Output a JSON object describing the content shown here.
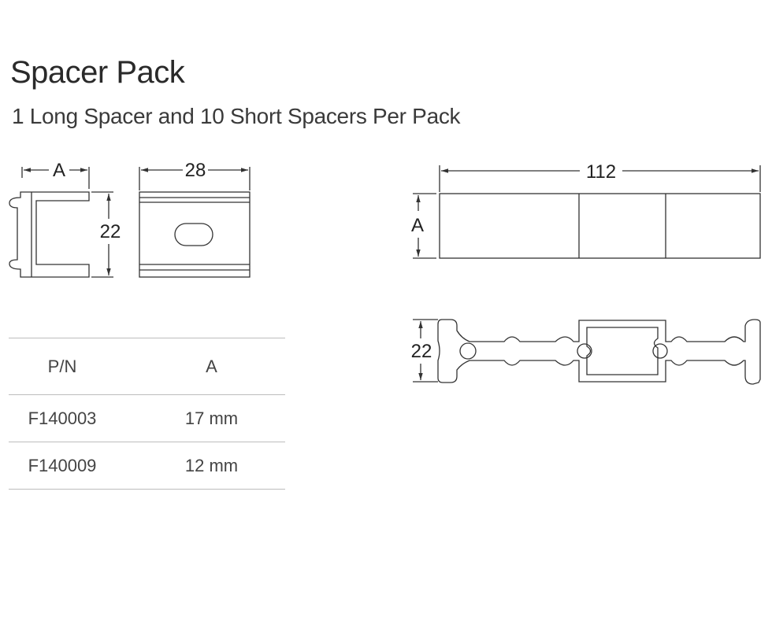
{
  "header": {
    "title": "Spacer Pack",
    "subtitle": "1 Long Spacer and 10 Short Spacers Per Pack"
  },
  "short_spacer": {
    "side_view": {
      "dim_width": "A",
      "dim_height": "22"
    },
    "front_view": {
      "dim_width": "28"
    }
  },
  "long_spacer": {
    "top_view": {
      "dim_length": "112",
      "dim_height": "A"
    },
    "profile_view": {
      "dim_height": "22"
    }
  },
  "spec_table": {
    "headers": [
      "P/N",
      "A"
    ],
    "rows": [
      [
        "F140003",
        "17 mm"
      ],
      [
        "F140009",
        "12 mm"
      ]
    ]
  },
  "colors": {
    "line": "#333333",
    "rule": "#bdbdbd"
  }
}
